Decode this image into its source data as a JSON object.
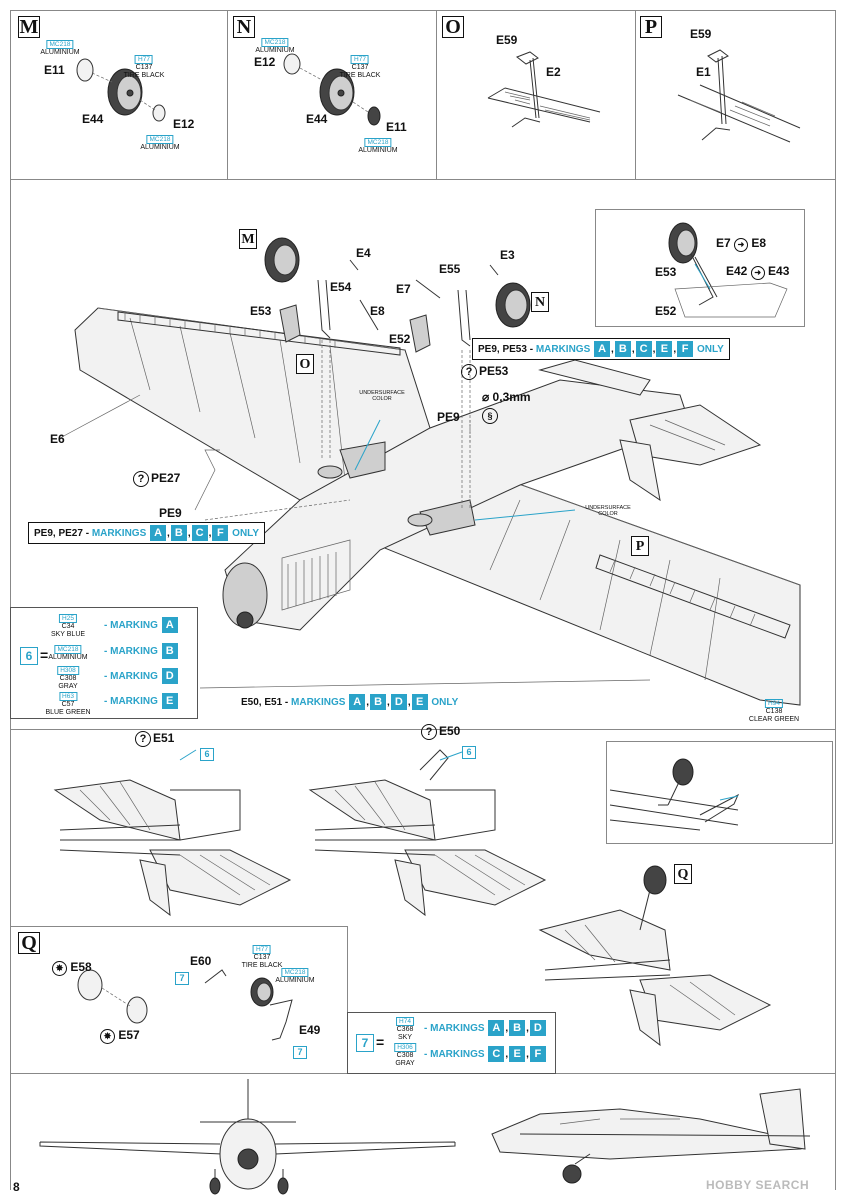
{
  "page_number": "8",
  "watermark": "HOBBY SEARCH",
  "steps": {
    "M": {
      "letter": "M",
      "parts": [
        "E11",
        "E44",
        "E12"
      ],
      "paints": [
        {
          "code": "MC218",
          "name": "ALUMINIUM"
        },
        {
          "code": "H77",
          "code2": "C137",
          "name": "TIRE BLACK"
        },
        {
          "code": "MC218",
          "name": "ALUMINIUM"
        }
      ]
    },
    "N": {
      "letter": "N",
      "parts": [
        "E12",
        "E44",
        "E11"
      ],
      "paints": [
        {
          "code": "MC218",
          "name": "ALUMINIUM"
        },
        {
          "code": "H77",
          "code2": "C137",
          "name": "TIRE BLACK"
        },
        {
          "code": "MC218",
          "name": "ALUMINIUM"
        }
      ]
    },
    "O": {
      "letter": "O",
      "parts": [
        "E59",
        "E2"
      ]
    },
    "P": {
      "letter": "P",
      "parts": [
        "E59",
        "E1"
      ]
    },
    "Q": {
      "letter": "Q",
      "parts": [
        "E58",
        "E57",
        "E60",
        "E49"
      ],
      "paints": [
        {
          "code": "H77",
          "code2": "C137",
          "name": "TIRE BLACK"
        },
        {
          "code": "MC218",
          "name": "ALUMINIUM"
        }
      ]
    }
  },
  "main": {
    "parts": [
      "E4",
      "E54",
      "E53",
      "E8",
      "E55",
      "E3",
      "E7",
      "E52",
      "E6",
      "PE27",
      "PE9",
      "PE53",
      "PE9",
      "E7",
      "E8",
      "E53",
      "E42",
      "E43",
      "E52"
    ],
    "diameter": "⌀ 0,3mm",
    "undersurface": "UNDERSURFACE COLOR",
    "clear_paint": {
      "code": "H94",
      "code2": "C138",
      "name": "CLEAR GREEN"
    },
    "notes": {
      "pe9_pe53": {
        "prefix": "PE9, PE53 - ",
        "word": "MARKINGS",
        "letters": [
          "A",
          "B",
          "C",
          "E",
          "F"
        ],
        "suffix": "ONLY"
      },
      "pe9_pe27": {
        "prefix": "PE9, PE27 - ",
        "word": "MARKINGS",
        "letters": [
          "A",
          "B",
          "C",
          "F"
        ],
        "suffix": "ONLY"
      },
      "e50_e51": {
        "prefix": "E50, E51 - ",
        "word": "MARKINGS",
        "letters": [
          "A",
          "B",
          "D",
          "E"
        ],
        "suffix": "ONLY"
      }
    }
  },
  "legend6": {
    "number": "6",
    "eq": "=",
    "rows": [
      {
        "code": "H25",
        "code2": "C34",
        "name": "SKY BLUE",
        "label": "- MARKING",
        "letter": "A"
      },
      {
        "code": "MC218",
        "code2": "",
        "name": "ALUMINIUM",
        "label": "- MARKING",
        "letter": "B"
      },
      {
        "code": "H308",
        "code2": "C308",
        "name": "GRAY",
        "label": "- MARKING",
        "letter": "D"
      },
      {
        "code": "H63",
        "code2": "C57",
        "name": "BLUE GREEN",
        "label": "- MARKING",
        "letter": "E"
      }
    ]
  },
  "legend7": {
    "number": "7",
    "eq": "=",
    "rows": [
      {
        "code": "H74",
        "code2": "C368",
        "name": "SKY",
        "label": "- MARKINGS",
        "letters": [
          "A",
          "B",
          "D"
        ]
      },
      {
        "code": "H306",
        "code2": "C308",
        "name": "GRAY",
        "label": "- MARKINGS",
        "letters": [
          "C",
          "E",
          "F"
        ]
      }
    ]
  },
  "tail": {
    "e51": "E51",
    "e50": "E50",
    "ref": "6",
    "q": "Q"
  }
}
